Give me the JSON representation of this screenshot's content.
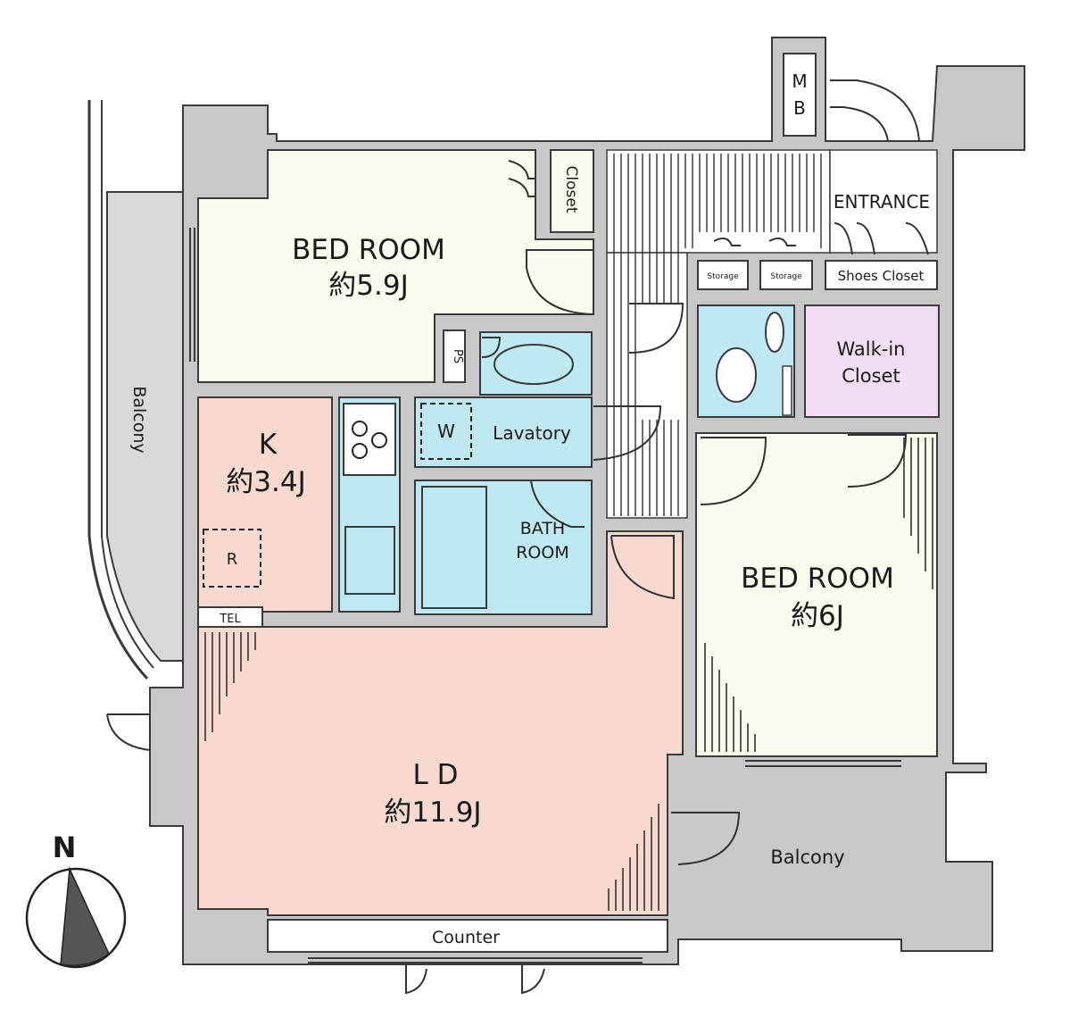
{
  "plan": {
    "rooms": {
      "bedroom1": {
        "name": "BED ROOM",
        "size": "約5.9J"
      },
      "kitchen": {
        "name": "K",
        "size": "約3.4J"
      },
      "ld": {
        "name": "L D",
        "size": "約11.9J"
      },
      "bedroom2": {
        "name": "BED ROOM",
        "size": "約6J"
      },
      "lavatory": "Lavatory",
      "bath_line1": "BATH",
      "bath_line2": "ROOM",
      "entrance": "ENTRANCE",
      "walkin_line1": "Walk-in",
      "walkin_line2": "Closet",
      "balcony_west": "Balcony",
      "balcony_south": "Balcony"
    },
    "fixtures": {
      "closet": "Closet",
      "storage1": "Storage",
      "storage2": "Storage",
      "shoes_closet": "Shoes Closet",
      "ps": "PS",
      "mb_line1": "M",
      "mb_line2": "B",
      "washer": "W",
      "fridge": "R",
      "tel": "TEL",
      "counter": "Counter"
    },
    "compass": {
      "north_label": "N"
    },
    "colors": {
      "wall": "#c8c8c8",
      "wall_stroke": "#3a3a3a",
      "floor_pink": "#f7d9d0",
      "floor_cream": "#fbfaee",
      "water_blue": "#bfe9f2",
      "closet_purple": "#f2def3",
      "balcony_gray": "#d9d9d9"
    }
  }
}
